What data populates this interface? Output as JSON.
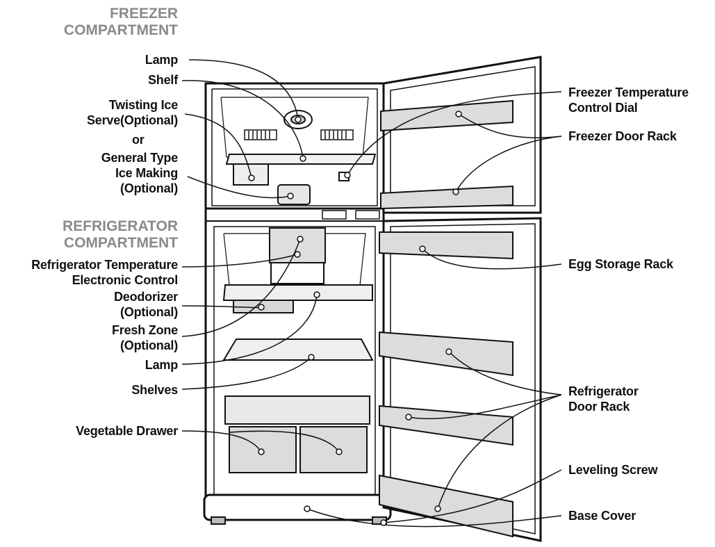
{
  "headings": {
    "freezer": [
      "FREEZER",
      "COMPARTMENT"
    ],
    "refrigerator": [
      "REFRIGERATOR",
      "COMPARTMENT"
    ]
  },
  "labels_left": {
    "lamp_top": "Lamp",
    "shelf": "Shelf",
    "twisting_ice": [
      "Twisting Ice",
      "Serve(Optional)"
    ],
    "or": "or",
    "general_ice": [
      "General Type",
      "Ice Making",
      "(Optional)"
    ],
    "fridge_temp": [
      "Refrigerator Temperature",
      "Electronic Control"
    ],
    "deodorizer": [
      "Deodorizer",
      "(Optional)"
    ],
    "fresh_zone": [
      "Fresh Zone",
      "(Optional)"
    ],
    "lamp_bottom": "Lamp",
    "shelves": "Shelves",
    "vegetable_drawer": "Vegetable Drawer"
  },
  "labels_right": {
    "freezer_temp": [
      "Freezer Temperature",
      "Control Dial"
    ],
    "freezer_door_rack": "Freezer Door Rack",
    "egg_rack": "Egg Storage Rack",
    "fridge_door_rack": [
      "Refrigerator",
      "Door Rack"
    ],
    "leveling_screw": "Leveling Screw",
    "base_cover": "Base Cover"
  },
  "colors": {
    "line": "#111111",
    "heading": "#8a8a8a",
    "rack_fill": "#dcdcdc",
    "drawer_fill": "#e2e2e2"
  }
}
